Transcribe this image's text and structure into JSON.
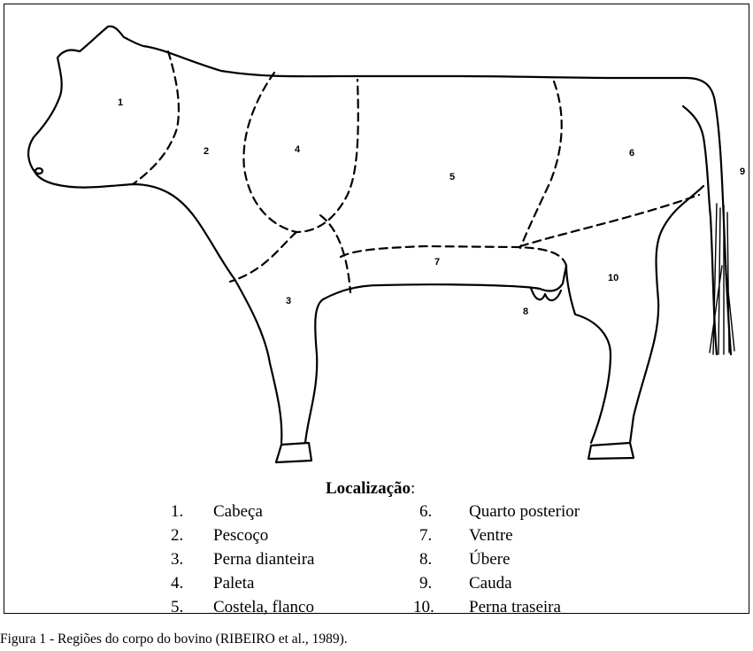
{
  "diagram": {
    "region_numbers": [
      "1",
      "2",
      "3",
      "4",
      "5",
      "6",
      "7",
      "8",
      "9",
      "10"
    ]
  },
  "legend": {
    "title_bold": "Localização",
    "title_suffix": ":",
    "left": [
      {
        "num": "1.",
        "label": "Cabeça"
      },
      {
        "num": "2.",
        "label": "Pescoço"
      },
      {
        "num": "3.",
        "label": "Perna dianteira"
      },
      {
        "num": "4.",
        "label": "Paleta"
      },
      {
        "num": "5.",
        "label": "Costela, flanco"
      }
    ],
    "right": [
      {
        "num": "6.",
        "label": "Quarto posterior"
      },
      {
        "num": "7.",
        "label": "Ventre"
      },
      {
        "num": "8.",
        "label": "Úbere"
      },
      {
        "num": "9.",
        "label": "Cauda"
      },
      {
        "num": "10.",
        "label": "Perna traseira"
      }
    ]
  },
  "caption": "Figura 1 - Regiões do corpo do bovino (RIBEIRO et al., 1989)."
}
